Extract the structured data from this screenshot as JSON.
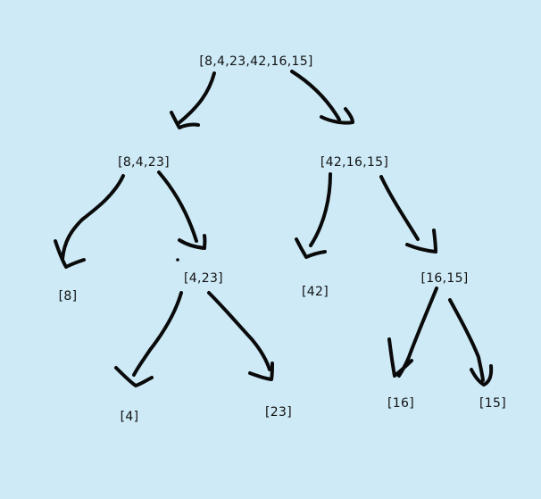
{
  "colors": {
    "background": "#cdeaf6",
    "ink": "#0a0a0a"
  },
  "nodes": [
    {
      "id": "root",
      "label": "[8,4,23,42,16,15]"
    },
    {
      "id": "left",
      "label": "[8,4,23]"
    },
    {
      "id": "right",
      "label": "[42,16,15]"
    },
    {
      "id": "leaf-8",
      "label": "[8]"
    },
    {
      "id": "mid-4-23",
      "label": "[4,23]"
    },
    {
      "id": "leaf-42",
      "label": "[42]"
    },
    {
      "id": "mid-16-15",
      "label": "[16,15]"
    },
    {
      "id": "leaf-4",
      "label": "[4]"
    },
    {
      "id": "leaf-23",
      "label": "[23]"
    },
    {
      "id": "leaf-16",
      "label": "[16]"
    },
    {
      "id": "leaf-15",
      "label": "[15]"
    }
  ],
  "edges": [
    {
      "from": "root",
      "to": "left"
    },
    {
      "from": "root",
      "to": "right"
    },
    {
      "from": "left",
      "to": "leaf-8"
    },
    {
      "from": "left",
      "to": "mid-4-23"
    },
    {
      "from": "right",
      "to": "leaf-42"
    },
    {
      "from": "right",
      "to": "mid-16-15"
    },
    {
      "from": "mid-4-23",
      "to": "leaf-4"
    },
    {
      "from": "mid-4-23",
      "to": "leaf-23"
    },
    {
      "from": "mid-16-15",
      "to": "leaf-16"
    },
    {
      "from": "mid-16-15",
      "to": "leaf-15"
    }
  ]
}
